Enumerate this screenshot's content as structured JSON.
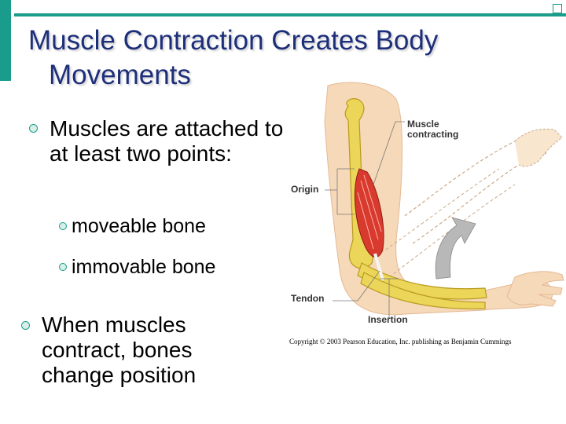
{
  "slide": {
    "title_line1": "Muscle Contraction Creates Body",
    "title_line2": "Movements",
    "bullets": [
      {
        "text": "Muscles are attached to at least two points:"
      },
      {
        "text": "When muscles contract, bones change position"
      }
    ],
    "sub_bullets": [
      "moveable bone",
      "immovable bone"
    ]
  },
  "figure": {
    "labels": {
      "muscle_contracting": "Muscle contracting",
      "origin": "Origin",
      "tendon": "Tendon",
      "insertion": "Insertion"
    },
    "copyright": "Copyright © 2003 Pearson Education, Inc. publishing as Benjamin Cummings"
  },
  "colors": {
    "accent": "#199c8c",
    "title": "#1e2f7a",
    "bone": "#e9d34f",
    "muscle": "#d93a2e",
    "skin": "#f6d9b8"
  }
}
